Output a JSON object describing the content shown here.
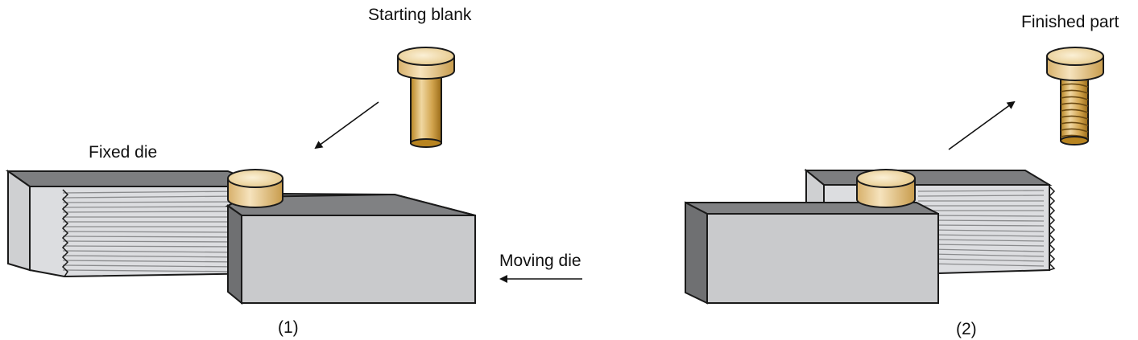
{
  "labels": {
    "starting_blank": "Starting blank",
    "fixed_die": "Fixed die",
    "moving_die": "Moving die",
    "finished_part": "Finished part",
    "step1": "(1)",
    "step2": "(2)"
  },
  "colors": {
    "die_front": "#c9cacc",
    "die_top": "#808183",
    "die_side_dark": "#6e6f71",
    "die_face_light": "#d8d9db",
    "groove_face": "#dddee0",
    "groove_line": "#8a8b8d",
    "outline": "#1a1a1a",
    "brass_top": "#f2dcae",
    "brass_side": "#d8b870",
    "brass_dark": "#a77a20",
    "arrow": "#111111"
  }
}
